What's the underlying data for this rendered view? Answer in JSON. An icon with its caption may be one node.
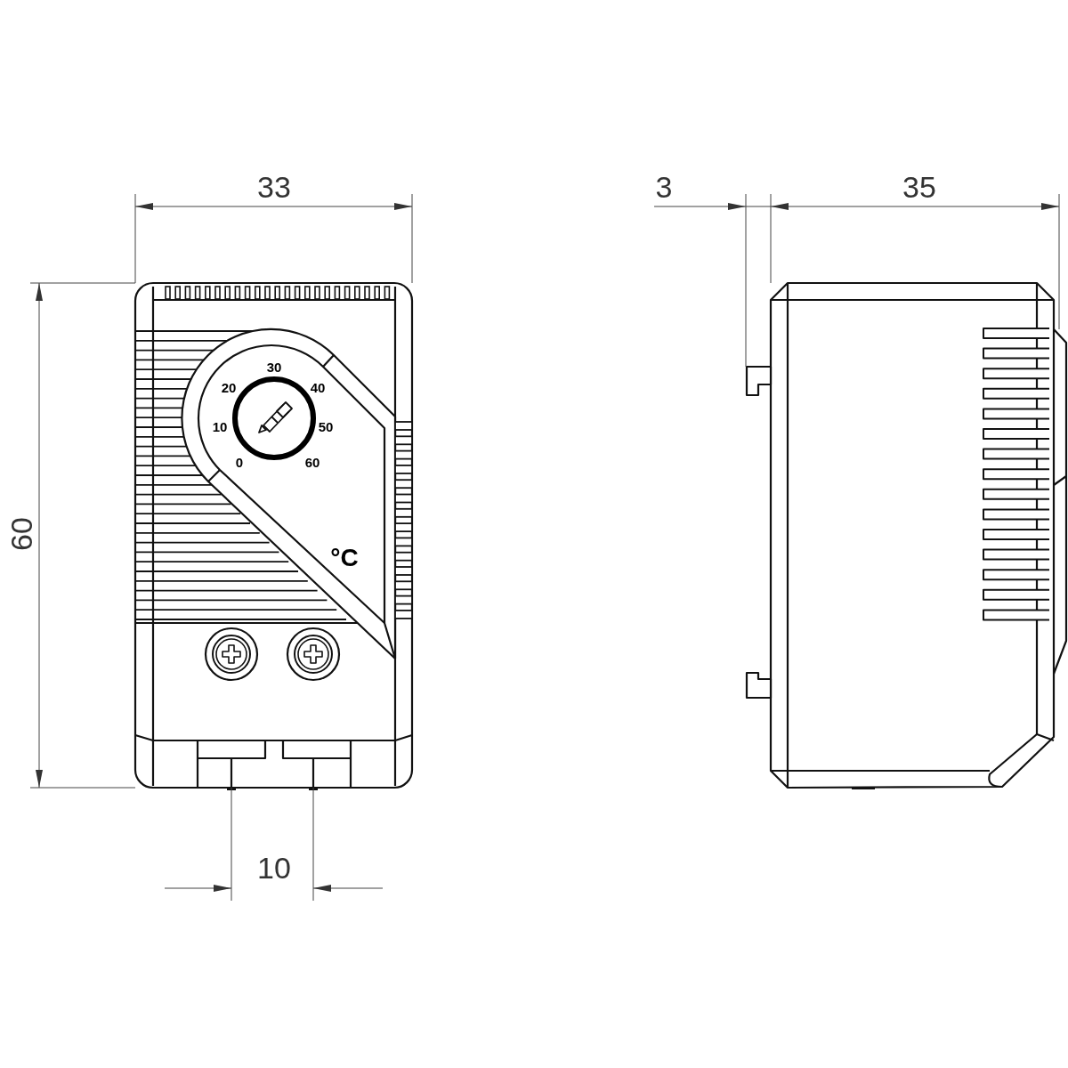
{
  "diagram": {
    "labels": [
      "33",
      "3",
      "35",
      "30",
      "20",
      "40",
      "10",
      "50",
      "0",
      "60",
      "60",
      "°C",
      "10"
    ]
  }
}
